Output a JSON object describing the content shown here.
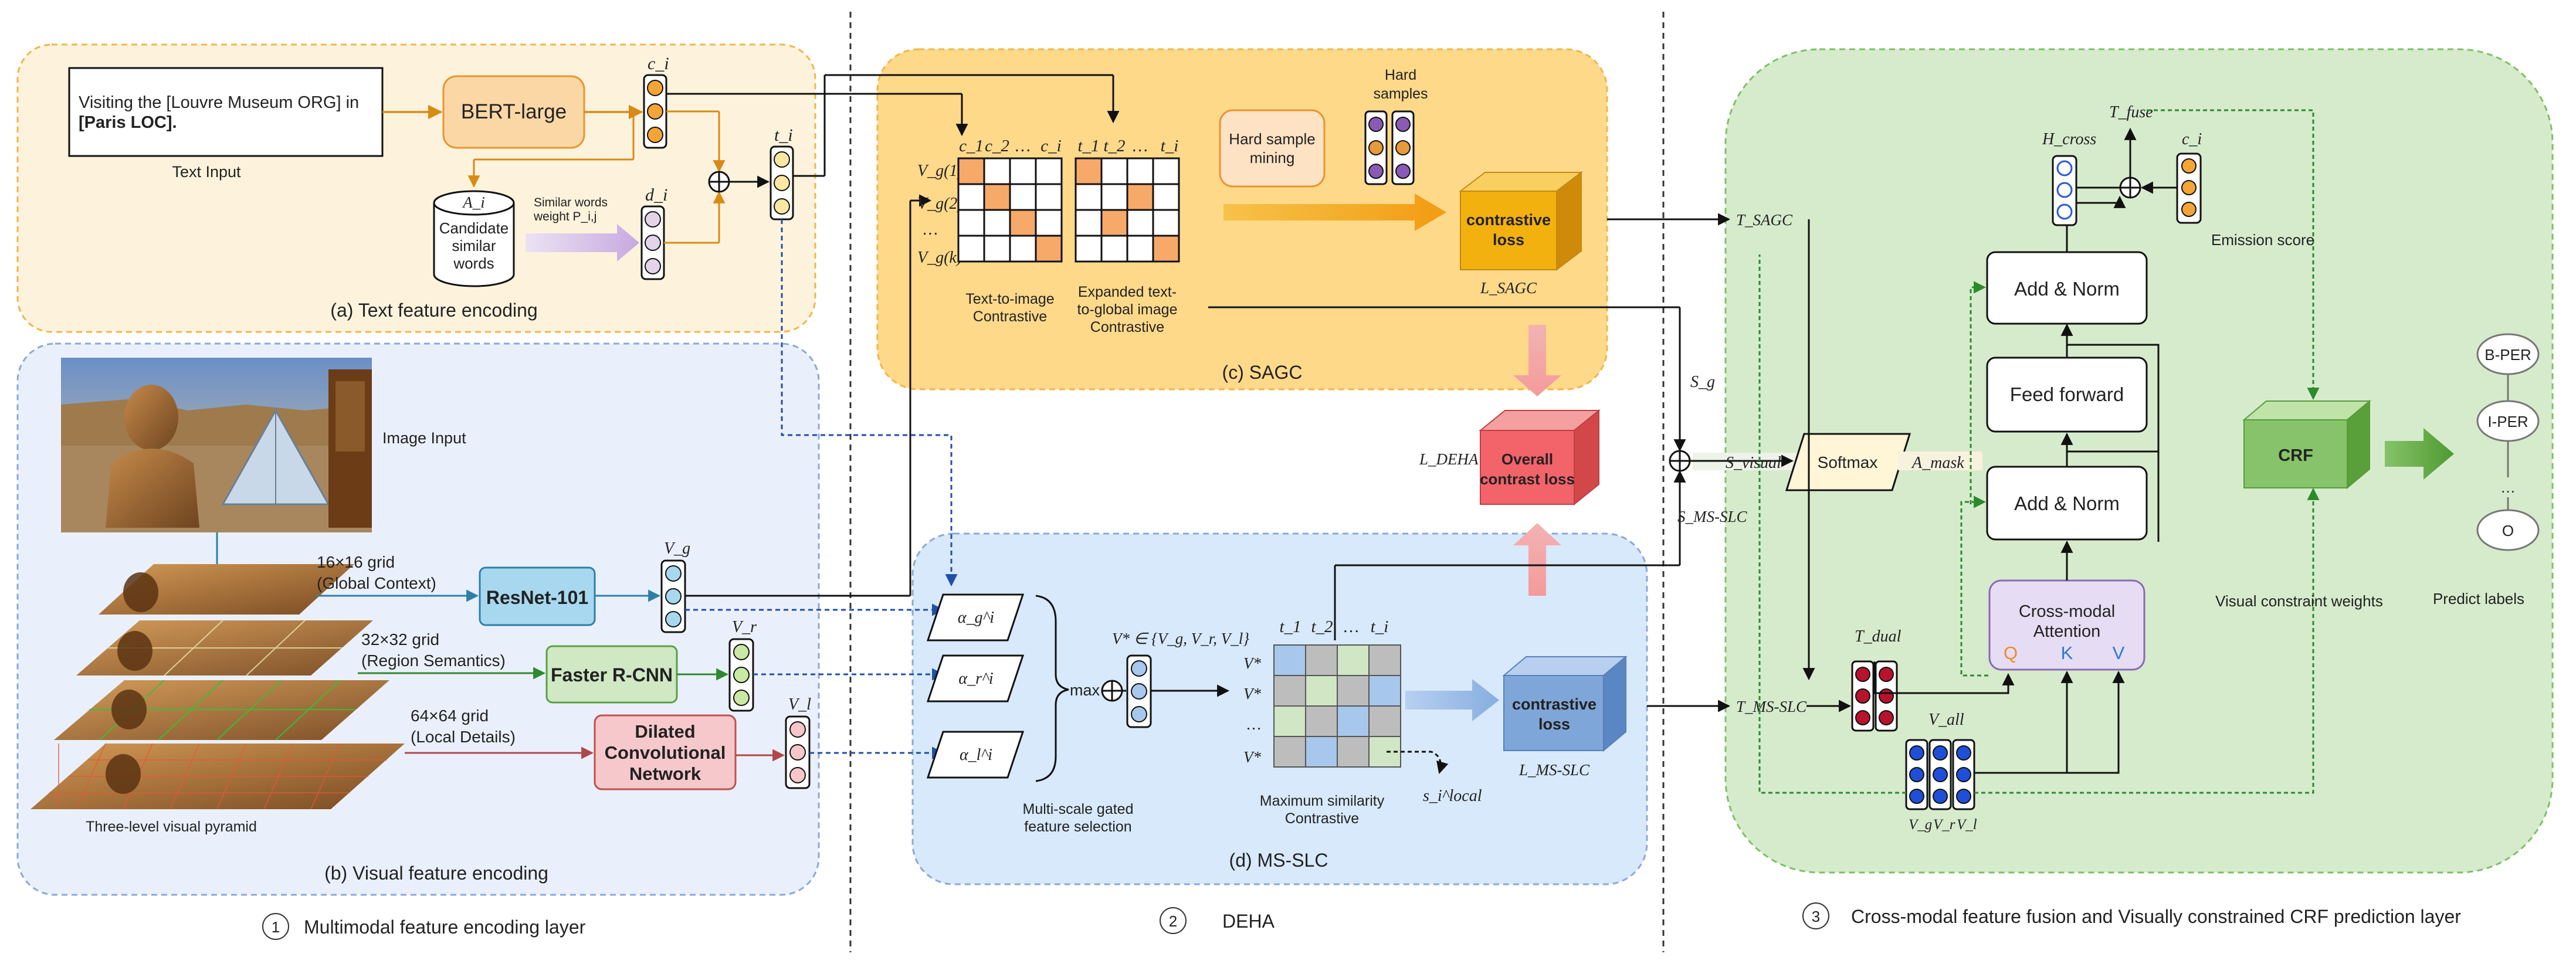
{
  "layers": {
    "layer1": {
      "num": "1",
      "title": "Multimodal feature encoding layer"
    },
    "layer2": {
      "num": "2",
      "title": "DEHA"
    },
    "layer3": {
      "num": "3",
      "title": "Cross-modal feature fusion and Visually constrained CRF prediction layer"
    }
  },
  "text_encoding": {
    "panel_title": "(a) Text feature encoding",
    "input_sentence": [
      "Visiting the [Louvre Museum ORG] in",
      "[Paris LOC]."
    ],
    "input_caption": "Text Input",
    "bert": "BERT-large",
    "db_label": "A_i",
    "db_text": [
      "Candidate",
      "similar",
      "words"
    ],
    "weight_label": [
      "Similar words",
      "weight P_i,j"
    ],
    "ci": "c_i",
    "di": "d_i",
    "ti": "t_i"
  },
  "visual_encoding": {
    "panel_title": "(b) Visual feature encoding",
    "image_caption": "Image Input",
    "pyramid_caption": "Three-level visual pyramid",
    "grid_labels": [
      [
        "16×16 grid",
        "(Global Context)"
      ],
      [
        "32×32 grid",
        "(Region Semantics)"
      ],
      [
        "64×64 grid",
        "(Local Details)"
      ]
    ],
    "networks": [
      "ResNet-101",
      "Faster R-CNN",
      "Dilated Convolutional Network"
    ],
    "vector_labels": [
      "V_g",
      "V_r",
      "V_l"
    ]
  },
  "sagc": {
    "panel_title": "(c) SAGC",
    "matrix1_caption": [
      "Text-to-image",
      "Contrastive"
    ],
    "matrix2_caption": [
      "Expanded text-",
      "to-global image",
      "Contrastive"
    ],
    "matrix1_cols": [
      "c_1",
      "c_2",
      "…",
      "c_i"
    ],
    "matrix2_cols": [
      "t_1",
      "t_2",
      "…",
      "t_i"
    ],
    "row_labels": [
      "V_g(1)",
      "V_g(2)",
      "…",
      "V_g(k)"
    ],
    "hard_mining": [
      "Hard sample",
      "mining"
    ],
    "hard_samples": [
      "Hard",
      "samples"
    ],
    "loss_label": [
      "contrastive",
      "loss"
    ],
    "loss_name": "L_SAGC"
  },
  "mslc": {
    "panel_title": "(d) MS-SLC",
    "gates": [
      "α_g^i",
      "α_r^i",
      "α_l^i"
    ],
    "max_label": "max",
    "vstar_set": "V* ∈ {V_g, V_r, V_l}",
    "gated_caption": [
      "Multi-scale gated",
      "feature selection"
    ],
    "matrix_cols": [
      "t_1",
      "t_2",
      "…",
      "t_i"
    ],
    "matrix_rows": [
      "V*",
      "V*",
      "…",
      "V*"
    ],
    "matrix_caption": [
      "Maximum similarity",
      "Contrastive"
    ],
    "s_local": "s_i^local",
    "loss_label": [
      "contrastive",
      "loss"
    ],
    "loss_name": "L_MS-SLC"
  },
  "deha": {
    "overall_loss": [
      "Overall",
      "contrast loss"
    ],
    "loss_name": "L_DEHA",
    "s_g": "S_g",
    "s_visual": "S_visual",
    "s_msslc": "S_MS-SLC",
    "t_sagc": "T_SAGC",
    "t_msslc": "T_MS-SLC"
  },
  "fusion": {
    "softmax": "Softmax",
    "a_mask": "A_mask",
    "blocks": [
      "Add & Norm",
      "Feed forward",
      "Add & Norm"
    ],
    "attention": [
      "Cross-modal",
      "Attention"
    ],
    "qkv": [
      "Q",
      "K",
      "V"
    ],
    "h_cross": "H_cross",
    "t_fuse": "T_fuse",
    "ci": "c_i",
    "t_dual": "T_dual",
    "v_all": "V_all",
    "v_all_parts": [
      "V_g",
      "V_r",
      "V_l"
    ],
    "emission": "Emission score",
    "crf": "CRF",
    "visual_weights": "Visual constraint weights",
    "labels": [
      "B-PER",
      "I-PER",
      "…",
      "O"
    ],
    "predict_caption": "Predict labels"
  },
  "colors": {
    "text_panel": "#fdf3dd",
    "visual_panel": "#eaf0fb",
    "sagc_panel": "#ffd98a",
    "mslc_panel": "#d7e9fb",
    "fusion_panel": "#d6ebcc",
    "orange": "#f4a535",
    "loss_orange": "#f3b10f",
    "loss_red": "#f2636a",
    "loss_blue": "#7fa6d8",
    "crf_green": "#86c36a",
    "dual_red": "#b8122c",
    "vall_blue": "#1f4fd8"
  }
}
